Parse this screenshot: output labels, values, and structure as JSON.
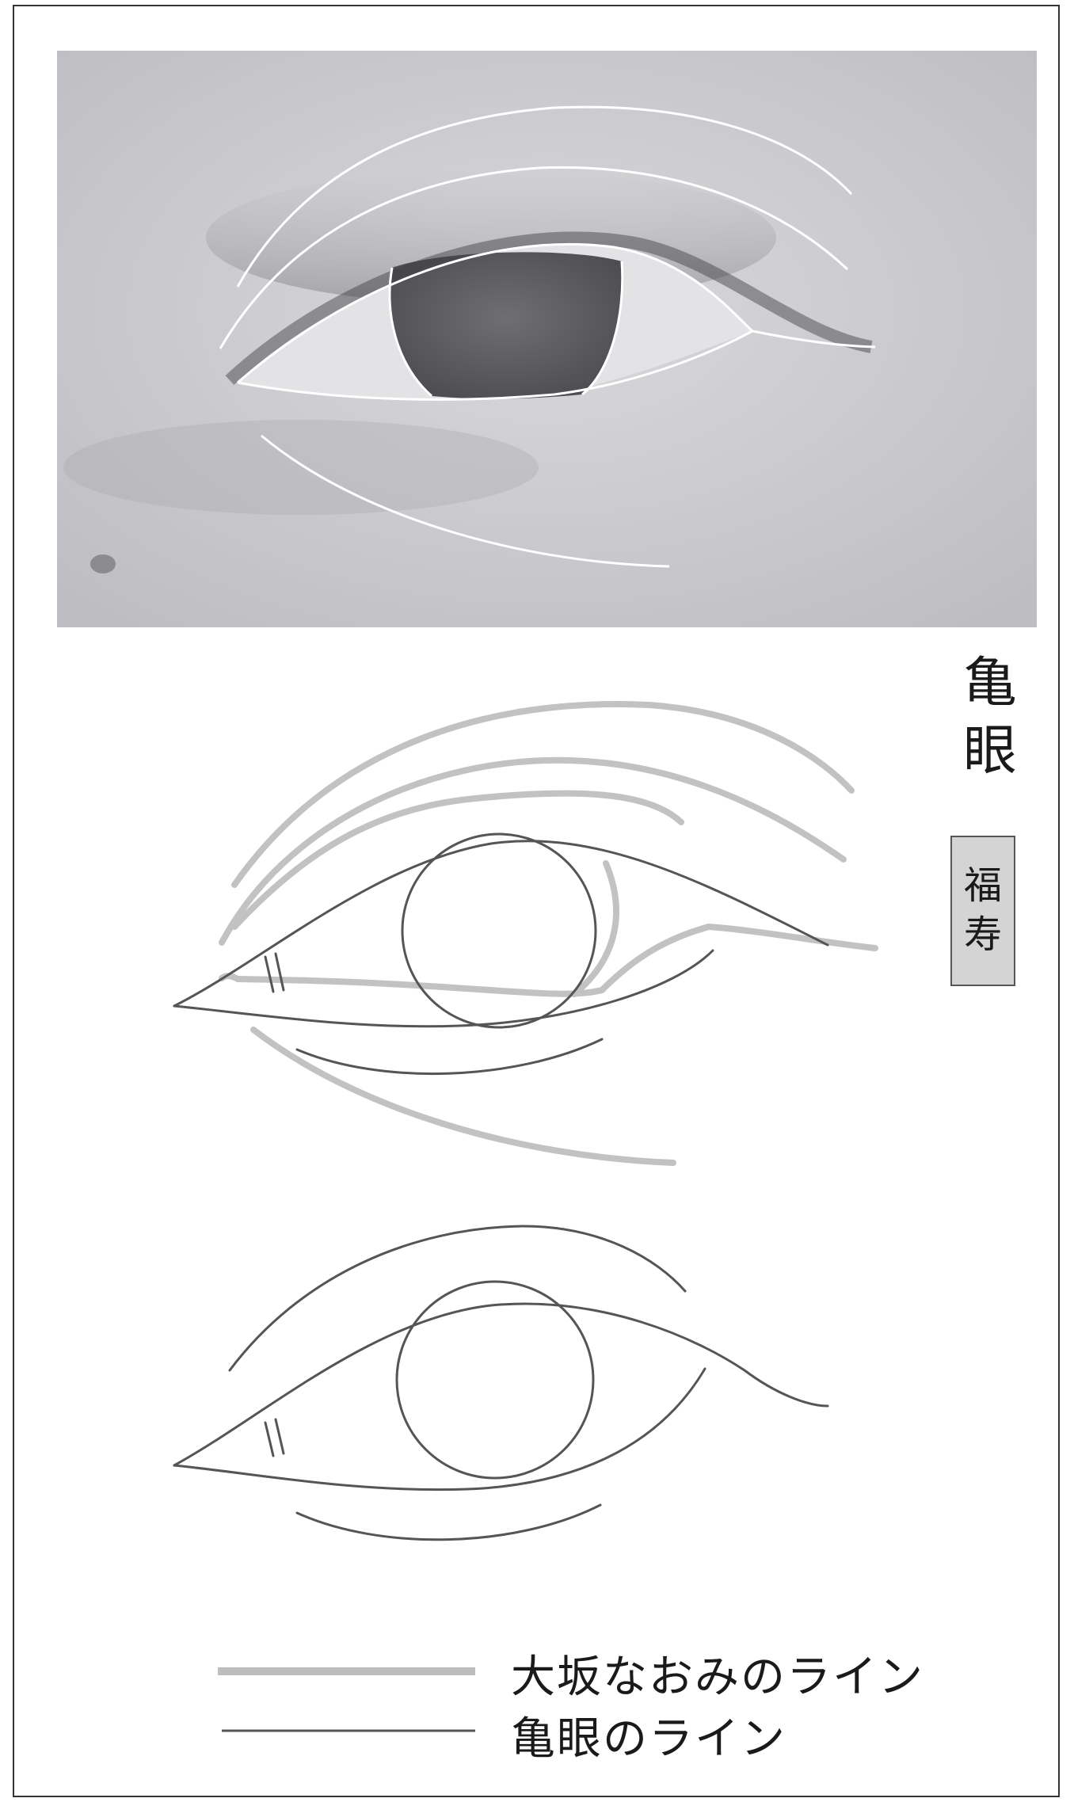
{
  "title": "亀眼",
  "tag": "福寿",
  "legend": [
    {
      "label": "大坂なおみのライン",
      "color": "#bdbdbd",
      "style": "thick-gray"
    },
    {
      "label": "亀眼のライン",
      "color": "#555555",
      "style": "thin-dark"
    }
  ]
}
